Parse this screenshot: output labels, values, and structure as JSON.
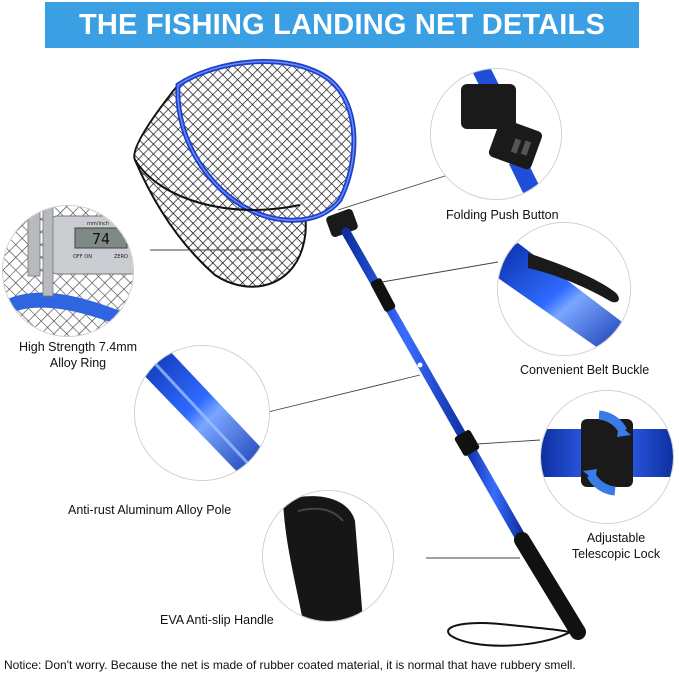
{
  "banner": {
    "title": "THE FISHING LANDING NET DETAILS"
  },
  "callouts": {
    "alloy_ring": {
      "line1": "High Strength 7.4mm",
      "line2": "Alloy Ring"
    },
    "push_button": {
      "label": "Folding Push Button"
    },
    "belt_buckle": {
      "label": "Convenient Belt Buckle"
    },
    "aluminum_pole": {
      "label": "Anti-rust Aluminum Alloy Pole"
    },
    "telescopic_lock": {
      "line1": "Adjustable",
      "line2": "Telescopic Lock"
    },
    "handle": {
      "label": "EVA Anti-slip Handle"
    }
  },
  "caliper_readout": {
    "value": "74",
    "unit_label": "mm/inch",
    "off_on": "OFF  ON",
    "zero": "ZERO"
  },
  "notice": {
    "text": "Notice: Don't worry. Because the net is made of rubber coated material, it is normal that have rubbery smell."
  },
  "colors": {
    "banner": "#3aa0e3",
    "pole": "#1f4fd8",
    "handle": "#111111"
  }
}
